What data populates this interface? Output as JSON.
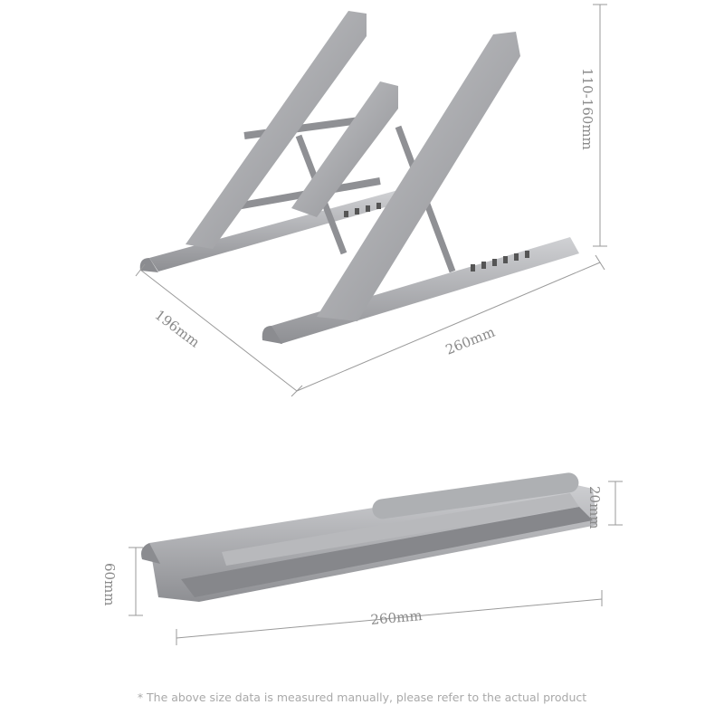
{
  "dimensions": {
    "height_range": "110-160mm",
    "depth": "196mm",
    "width_open": "260mm",
    "folded_thickness": "20mm",
    "folded_depth": "60mm",
    "width_folded": "260mm"
  },
  "footnote": "* The above size data is measured manually, please refer to the actual product",
  "colors": {
    "metal": "#9a9b9f",
    "metal_light": "#c4c5c8",
    "metal_dark": "#6d6e72",
    "dimension_line": "#9a9a9a"
  }
}
